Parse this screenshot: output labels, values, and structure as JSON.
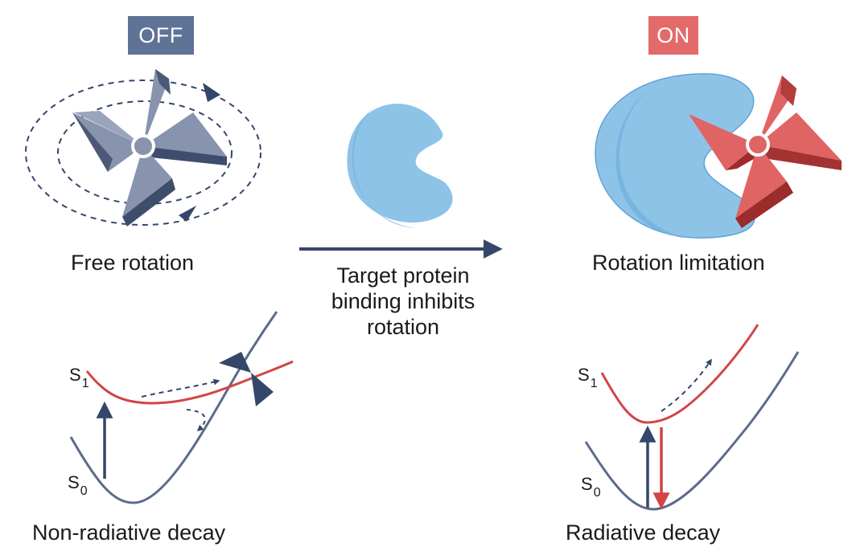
{
  "badges": {
    "off": "OFF",
    "on": "ON"
  },
  "labels": {
    "free_rotation": "Free rotation",
    "rotation_limitation": "Rotation limitation",
    "non_radiative_decay": "Non-radiative decay",
    "radiative_decay": "Radiative decay"
  },
  "center_caption": {
    "line1": "Target protein",
    "line2": "binding inhibits",
    "line3": "rotation"
  },
  "states": {
    "s1_letter": "S",
    "s1_index": "1",
    "s0_letter": "S",
    "s0_index": "0"
  },
  "colors": {
    "off_badge": "#5f7396",
    "on_badge": "#e36a6a",
    "rotor_gray": "#8893ad",
    "rotor_red": "#e06464",
    "protein_blue": "#8ec3e8",
    "curve_red": "#d24545",
    "curve_gray": "#5c6b8a",
    "arrow_navy": "#34476a"
  }
}
